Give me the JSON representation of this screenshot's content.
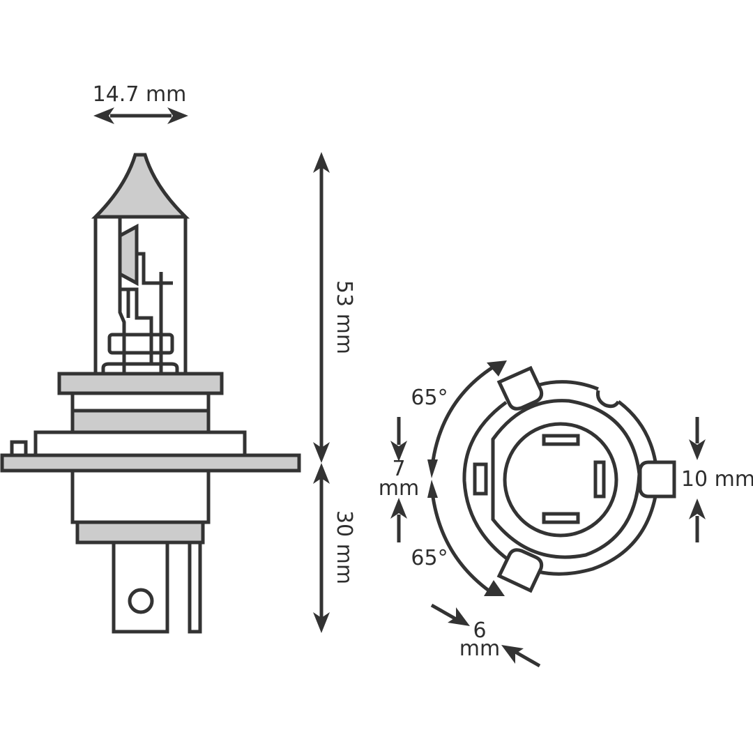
{
  "labels": {
    "width_top": "14.7 mm",
    "height_upper": "53 mm",
    "height_lower": "30 mm",
    "angle_top": "65°",
    "angle_bottom": "65°",
    "gap_left_value": "7",
    "gap_left_unit": "mm",
    "tab_width": "10 mm",
    "tab_thickness_value": "6",
    "tab_thickness_unit": "mm"
  },
  "colors": {
    "stroke": "#333333",
    "fill_grey": "#cccccc",
    "background": "#ffffff"
  }
}
